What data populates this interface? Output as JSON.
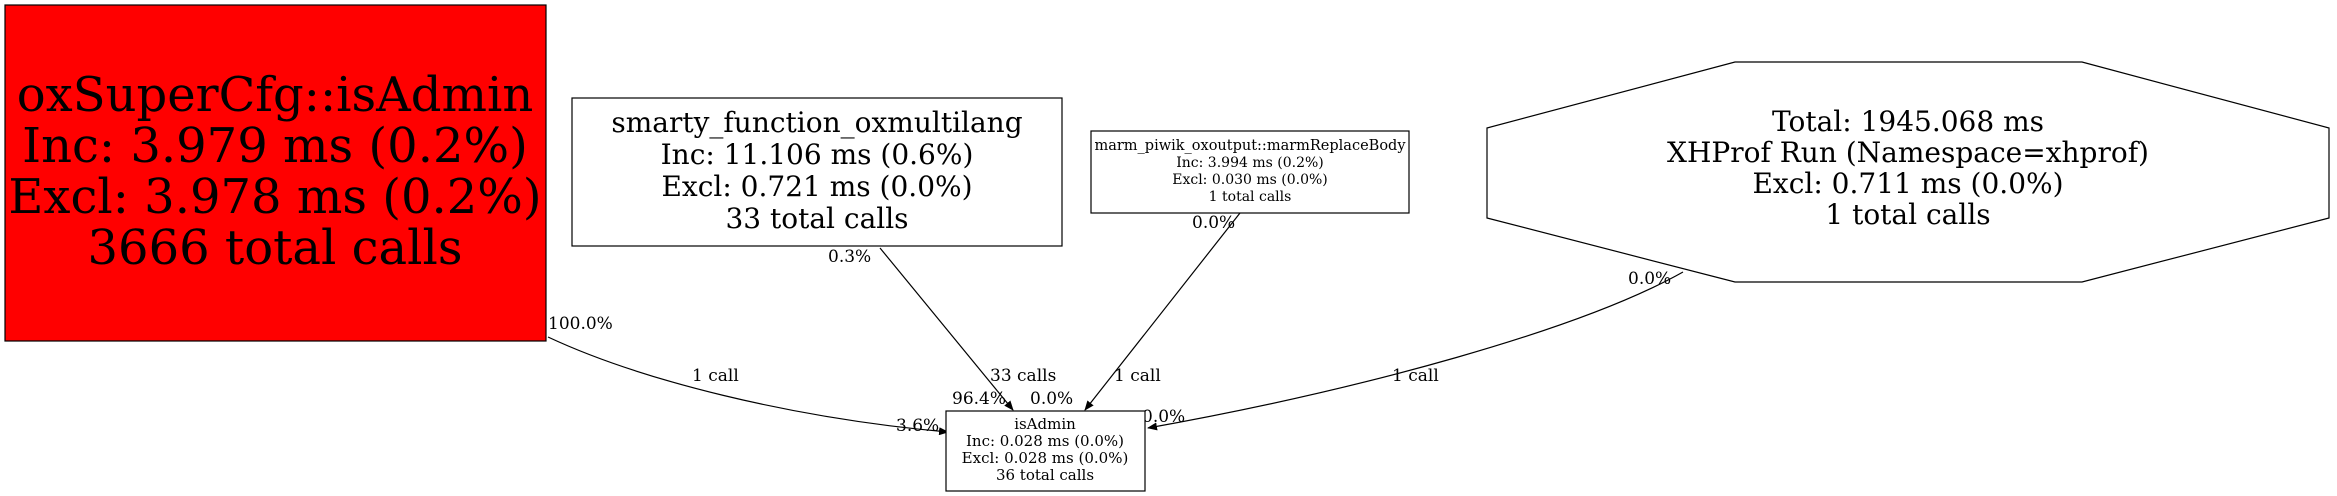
{
  "graph": {
    "nodes": {
      "oxsupercfg": {
        "lines": [
          "oxSuperCfg::isAdmin",
          "Inc: 3.979 ms (0.2%)",
          "Excl: 3.978 ms (0.2%)",
          "3666 total calls"
        ],
        "fill": "#ff0000"
      },
      "smarty": {
        "lines": [
          "smarty_function_oxmultilang",
          "Inc: 11.106 ms (0.6%)",
          "Excl: 0.721 ms (0.0%)",
          "33 total calls"
        ],
        "fill": "#ffffff"
      },
      "marm": {
        "lines": [
          "marm_piwik_oxoutput::marmReplaceBody",
          "Inc: 3.994 ms (0.2%)",
          "Excl: 0.030 ms (0.0%)",
          "1 total calls"
        ],
        "fill": "#ffffff"
      },
      "total": {
        "lines": [
          "Total: 1945.068 ms",
          "XHProf Run (Namespace=xhprof)",
          "Excl: 0.711 ms (0.0%)",
          "1 total calls"
        ],
        "fill": "#ffffff"
      },
      "isadmin": {
        "lines": [
          "isAdmin",
          "Inc: 0.028 ms (0.0%)",
          "Excl: 0.028 ms (0.0%)",
          "36 total calls"
        ],
        "fill": "#ffffff"
      }
    },
    "edges": {
      "oxsupercfg_isadmin": {
        "tail_pct": "100.0%",
        "calls": "1 call",
        "head_pct": "3.6%"
      },
      "smarty_isadmin": {
        "tail_pct": "0.3%",
        "calls": "33 calls",
        "head_pct": "96.4%"
      },
      "marm_isadmin": {
        "tail_pct": "0.0%",
        "calls": "1 call",
        "head_pct": "0.0%"
      },
      "total_isadmin": {
        "tail_pct": "0.0%",
        "calls": "1 call",
        "head_pct": "0.0%"
      }
    }
  }
}
